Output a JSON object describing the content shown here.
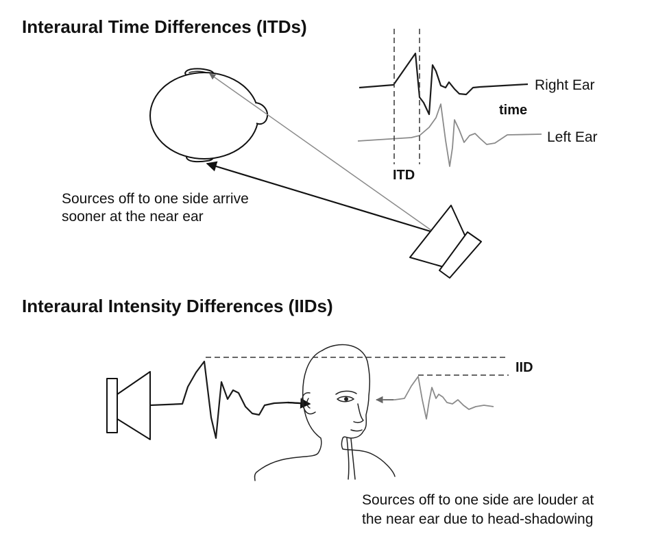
{
  "itd_section": {
    "title": "Interaural Time Differences (ITDs)",
    "right_ear_label": "Right Ear",
    "left_ear_label": "Left Ear",
    "time_label": "time",
    "itd_label": "ITD",
    "caption_line1": "Sources off to one side arrive",
    "caption_line2": "sooner at the near ear"
  },
  "iid_section": {
    "title": "Interaural Intensity Differences (IIDs)",
    "iid_label": "IID",
    "caption_line1": "Sources off to one side are louder at",
    "caption_line2": "the near ear due to head-shadowing"
  },
  "colors": {
    "ink": "#111111",
    "far_ear_wave": "#8a8a8a"
  }
}
